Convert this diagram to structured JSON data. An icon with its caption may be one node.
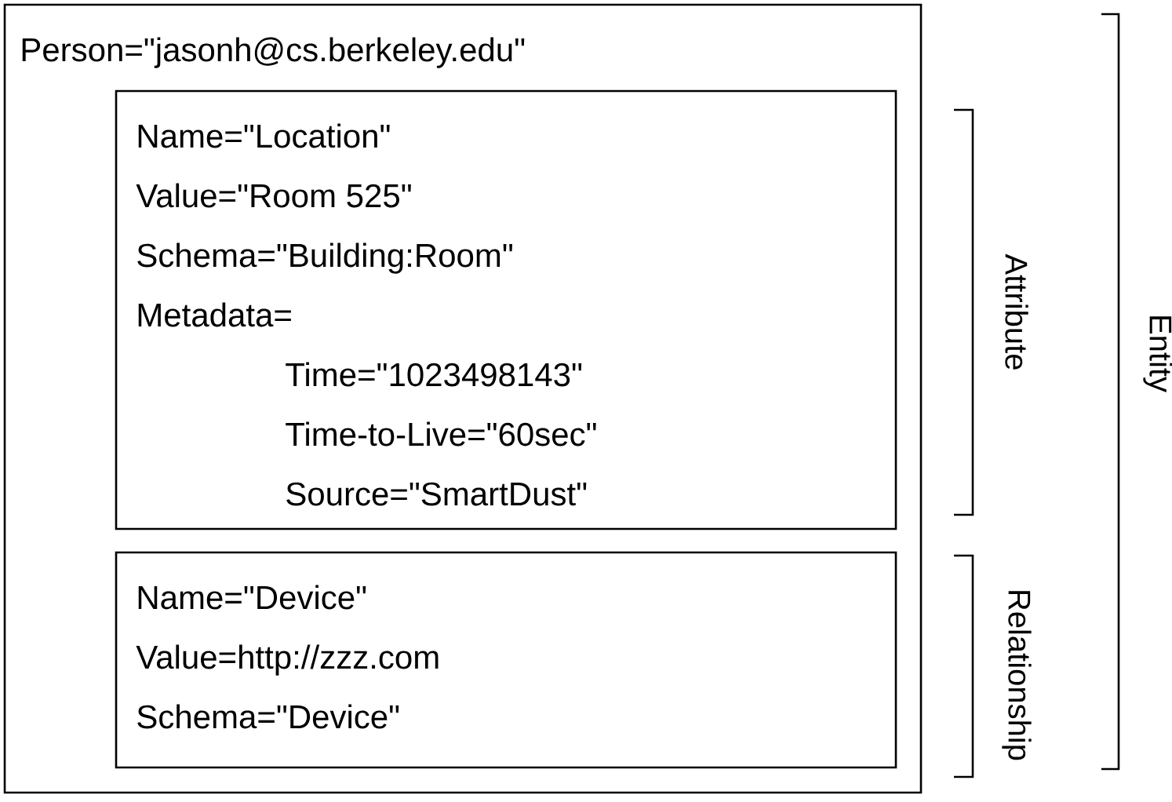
{
  "diagram": {
    "nodes": [
      {
        "text": [
          "Person=\"jasonh@cs.berkeley.edu\""
        ]
      },
      {
        "text": [
          "Name=\"Location\"",
          "Value=\"Room 525\"",
          "Schema=\"Building:Room\"",
          "Metadata=",
          "Time=\"1023498143\"",
          "Time-to-Live=\"60sec\"",
          "Source=\"SmartDust\""
        ],
        "in": 0
      },
      {
        "text": [
          "Name=\"Device\"",
          "Value=http://zzz.com",
          "Schema=\"Device\""
        ],
        "in": 0
      }
    ],
    "labels": [
      "Attribute",
      "Relationship",
      "Entity"
    ]
  }
}
